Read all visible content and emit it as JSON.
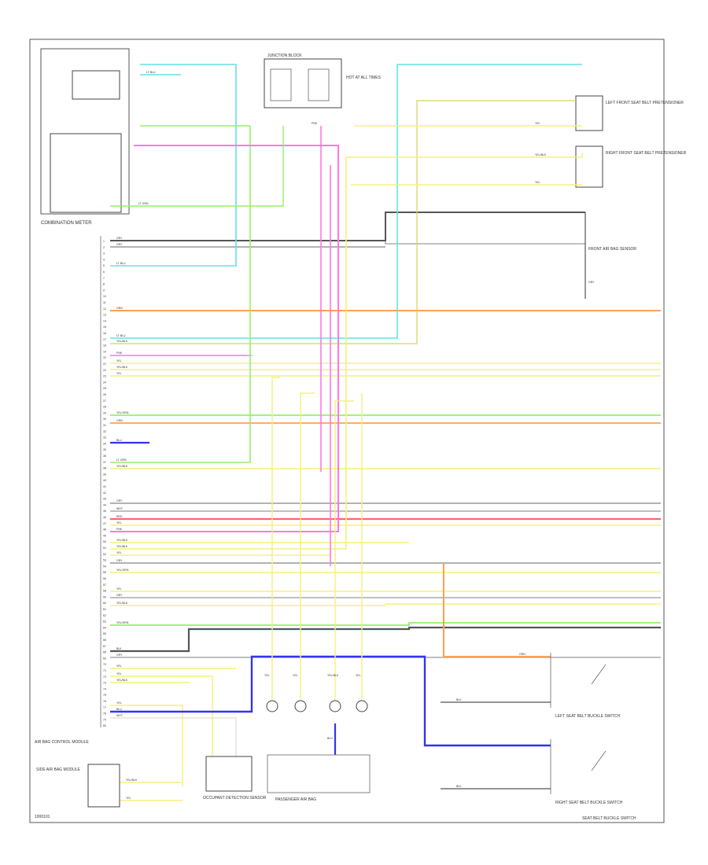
{
  "figure_label": "1000101",
  "colors": {
    "lt_blu": "#66e0e8",
    "lt_grn": "#99ee66",
    "pnk": "#ff77e6",
    "yel": "#f6f07a",
    "orn": "#ffa050",
    "red": "#ff6666",
    "blu": "#3333ee",
    "gry": "#999999",
    "dk_gry": "#555555",
    "wht": "#dddddd",
    "yel_dk": "#d8d060"
  },
  "components": {
    "combination_meter": "COMBINATION METER",
    "fuse_block": "JUNCTION BLOCK",
    "fuse_box_note": "HOT AT ALL TIMES",
    "left_front_sensor": "LEFT FRONT SEAT BELT PRETENSIONER",
    "right_front_sensor": "RIGHT FRONT SEAT BELT PRETENSIONER",
    "front_airbag_sensor": "FRONT AIR BAG SENSOR",
    "airbag_module": "AIR BAG CONTROL MODULE",
    "left_buckle_switch": "LEFT SEAT BELT BUCKLE SWITCH",
    "right_buckle_switch": "RIGHT SEAT BELT BUCKLE SWITCH",
    "occupant_sensor": "OCCUPANT DETECTION SENSOR",
    "passenger_airbag": "PASSENGER AIR BAG",
    "side_airbag_module": "SIDE AIR BAG MODULE",
    "bottom_right_caption": "SEAT BELT BUCKLE SWITCH"
  },
  "pins": [
    "1",
    "2",
    "3",
    "4",
    "5",
    "6",
    "7",
    "8",
    "9",
    "10",
    "11",
    "12",
    "13",
    "14",
    "15",
    "16",
    "17",
    "18",
    "19",
    "20",
    "21",
    "22",
    "23",
    "24",
    "25",
    "26",
    "27",
    "28",
    "29",
    "30",
    "31",
    "32",
    "33",
    "34",
    "35",
    "36",
    "37",
    "38",
    "39",
    "40",
    "41",
    "42",
    "43",
    "44",
    "45",
    "46",
    "47",
    "48",
    "49",
    "50",
    "51",
    "52",
    "53",
    "54",
    "55",
    "56",
    "57",
    "58",
    "59",
    "60",
    "61",
    "62",
    "63",
    "64",
    "65",
    "66",
    "67",
    "68",
    "69",
    "70",
    "71",
    "72",
    "73",
    "74",
    "75",
    "76",
    "77",
    "78",
    "79",
    "80"
  ],
  "wire_labels": {
    "lt_blu": "LT BLU",
    "lt_grn": "LT GRN",
    "pnk": "PNK",
    "yel": "YEL",
    "yel_blk": "YEL/BLK",
    "orn": "ORN",
    "red": "RED",
    "blu": "BLU",
    "gry": "GRY",
    "blk": "BLK",
    "wht": "WHT",
    "yel_grn": "YEL/GRN"
  }
}
